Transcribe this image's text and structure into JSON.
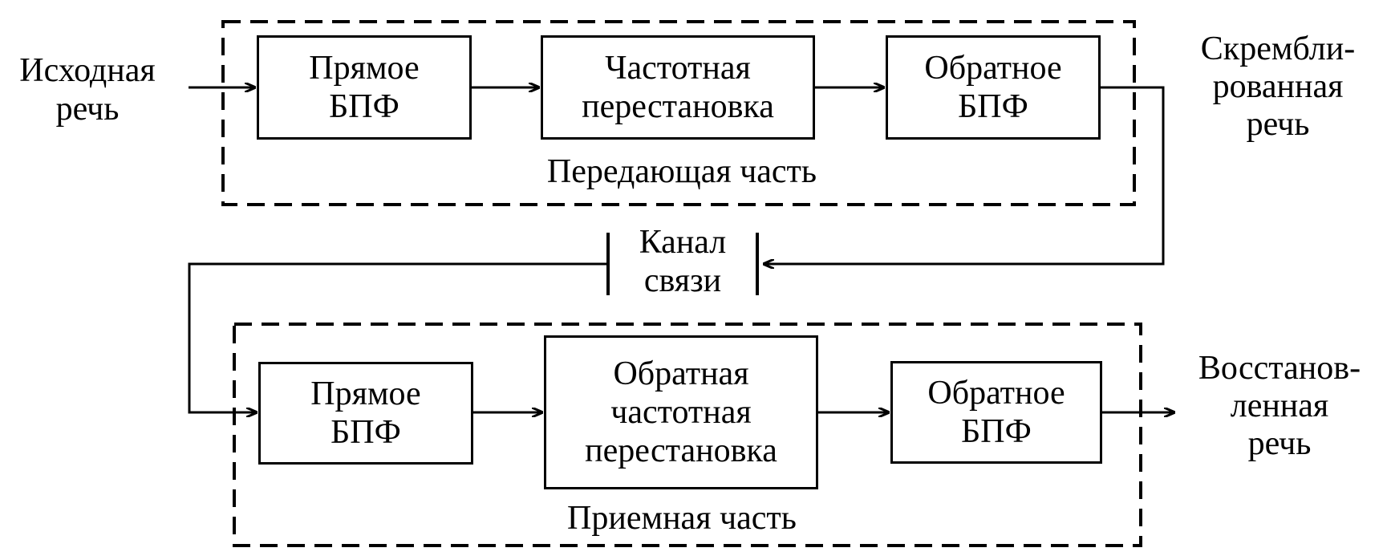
{
  "input_label": "Исходная\nречь",
  "scrambled_label": "Скрембли-\nрованная\nречь",
  "restored_label": "Восстанов-\nленная\nречь",
  "channel_label": "Канал\nсвязи",
  "transmit": {
    "section_label": "Передающая часть",
    "fft_label": "Прямое\nБПФ",
    "permutation_label": "Частотная\nперестановка",
    "ifft_label": "Обратное\nБПФ"
  },
  "receive": {
    "section_label": "Приемная часть",
    "fft_label": "Прямое\nБПФ",
    "inverse_permutation_label": "Обратная\nчастотная\nперестановка",
    "ifft_label": "Обратное\nБПФ"
  }
}
